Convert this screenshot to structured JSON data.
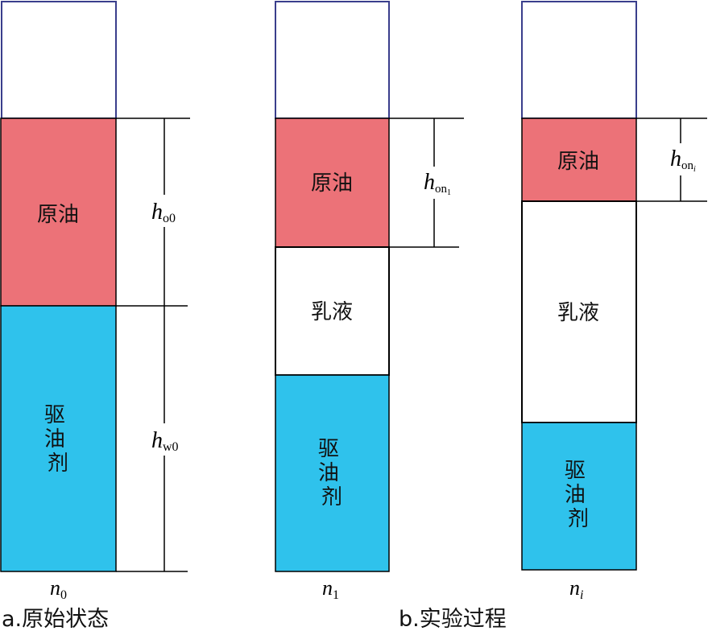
{
  "colors": {
    "oil": "#ec7278",
    "agent": "#2fc2ec",
    "emulsion": "#ffffff",
    "tube_border": "#3a3e8c",
    "line": "#000000"
  },
  "labels": {
    "oil": "原油",
    "emulsion": "乳液",
    "agent_chars": [
      "驱",
      "油",
      "剂"
    ]
  },
  "tubes": [
    {
      "id": "n0",
      "label_var": "n",
      "label_sub": "0",
      "has_emulsion": false
    },
    {
      "id": "n1",
      "label_var": "n",
      "label_sub": "1",
      "has_emulsion": true
    },
    {
      "id": "ni",
      "label_var": "n",
      "label_sub": "i",
      "has_emulsion": true
    }
  ],
  "dimensions": {
    "h_o0": {
      "var": "h",
      "sub": "o0"
    },
    "h_w0": {
      "var": "h",
      "sub": "w0"
    },
    "h_on1": {
      "var": "h",
      "sub": "on",
      "subsub": "1"
    },
    "h_oni": {
      "var": "h",
      "sub": "on",
      "subsub": "i"
    }
  },
  "captions": {
    "a": "a.原始状态",
    "b": "b.实验过程"
  }
}
